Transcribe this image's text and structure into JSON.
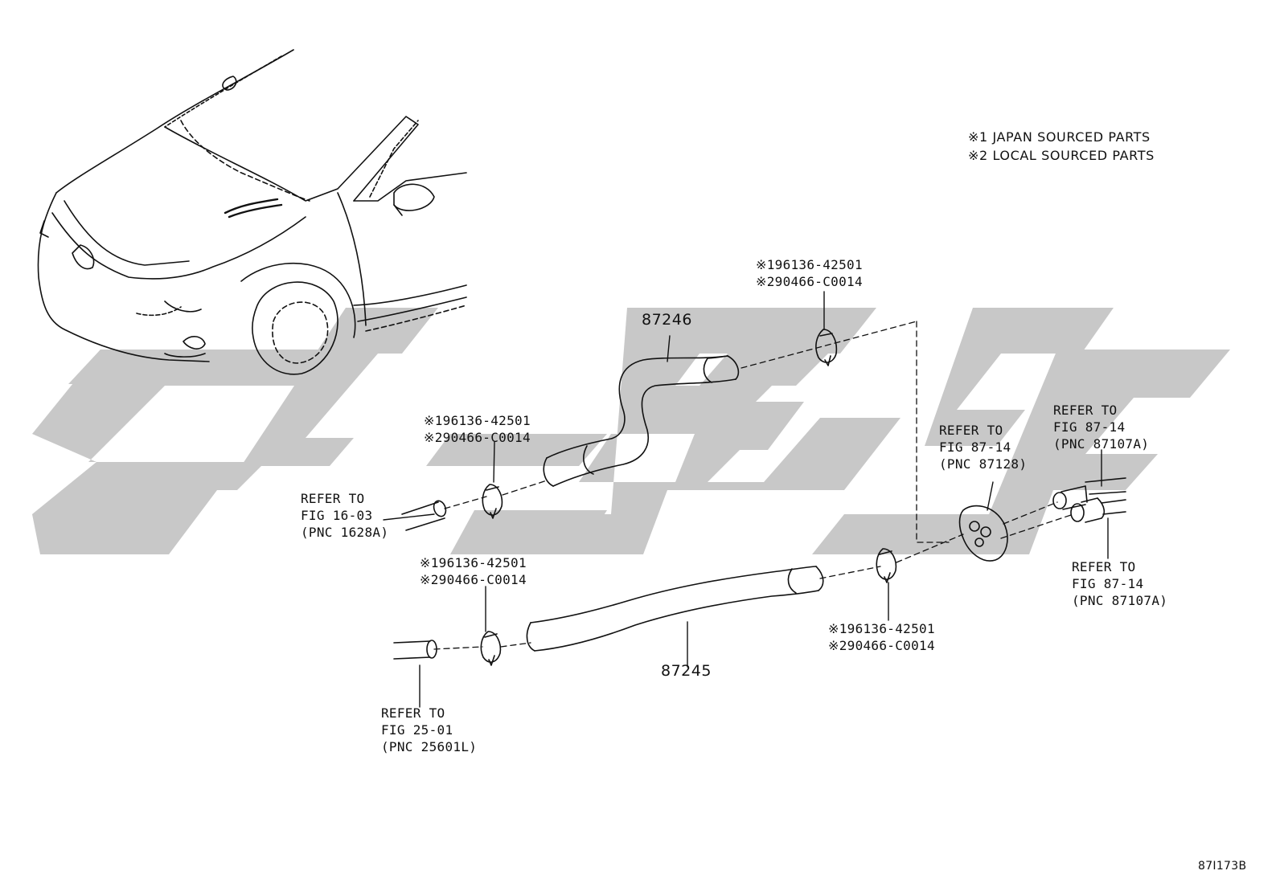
{
  "legend": {
    "line1": "※1 JAPAN SOURCED PARTS",
    "line2": "※2 LOCAL SOURCED PARTS"
  },
  "watermark": {
    "color": "#c8c8c8",
    "icon": "stylized-logo-watermark"
  },
  "parts": {
    "hose_upper": "87246",
    "hose_lower": "87245"
  },
  "clamps": [
    {
      "line1": "※196136-42501",
      "line2": "※290466-C0014"
    },
    {
      "line1": "※196136-42501",
      "line2": "※290466-C0014"
    },
    {
      "line1": "※196136-42501",
      "line2": "※290466-C0014"
    },
    {
      "line1": "※196136-42501",
      "line2": "※290466-C0014"
    }
  ],
  "refs": [
    {
      "line1": "REFER TO",
      "line2": "FIG 16-03",
      "line3": "(PNC 1628A)"
    },
    {
      "line1": "REFER TO",
      "line2": "FIG 25-01",
      "line3": "(PNC 25601L)"
    },
    {
      "line1": "REFER TO",
      "line2": "FIG 87-14",
      "line3": "(PNC 87128)"
    },
    {
      "line1": "REFER TO",
      "line2": "FIG 87-14",
      "line3": "(PNC 87107A)"
    },
    {
      "line1": "REFER TO",
      "line2": "FIG 87-14",
      "line3": "(PNC 87107A)"
    }
  ],
  "figure_code": "87I173B"
}
